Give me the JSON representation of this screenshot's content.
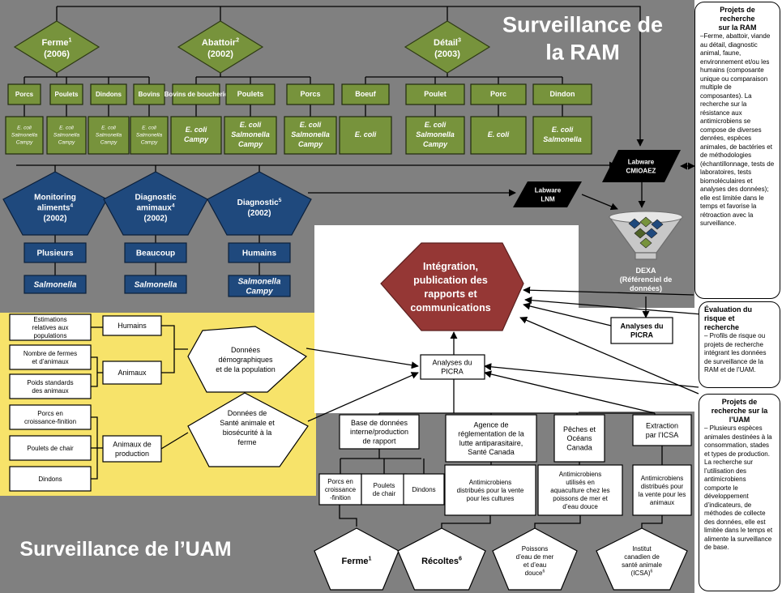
{
  "titles": {
    "ram": [
      "Surveillance de",
      "la RAM"
    ],
    "uam": "Surveillance de l’UAM"
  },
  "colors": {
    "gray": "#808080",
    "green": "#77933c",
    "darkgreen": "#4f6228",
    "blue": "#1f497d",
    "red": "#953735",
    "yellow": "#f7e36a"
  },
  "ram": {
    "sectors": [
      {
        "name": "Ferme",
        "sup": "1",
        "year": "(2006)",
        "species": [
          {
            "label": "Porcs",
            "org": [
              "E. coli",
              "Salmonella",
              "Campy"
            ]
          },
          {
            "label": "Poulets",
            "org": [
              "E. coli",
              "Salmonella",
              "Campy"
            ]
          },
          {
            "label": "Dindons",
            "org": [
              "E. coli",
              "Salmonella",
              "Campy"
            ]
          },
          {
            "label": "Bovins",
            "org": [
              "E. coli",
              "Salmonella",
              "Campy"
            ]
          }
        ]
      },
      {
        "name": "Abattoir",
        "sup": "2",
        "year": "(2002)",
        "species": [
          {
            "label": "Bovins de boucherie",
            "org": [
              "E. coli",
              "Campy"
            ]
          },
          {
            "label": "Poulets",
            "org": [
              "E. coli",
              "Salmonella",
              "Campy"
            ]
          },
          {
            "label": "Porcs",
            "org": [
              "E. coli",
              "Salmonella",
              "Campy"
            ]
          }
        ]
      },
      {
        "name": "Détail",
        "sup": "3",
        "year": "(2003)",
        "species": [
          {
            "label": "Boeuf",
            "org": [
              "E. coli"
            ]
          },
          {
            "label": "Poulet",
            "org": [
              "E. coli",
              "Salmonella",
              "Campy"
            ]
          },
          {
            "label": "Porc",
            "org": [
              "E. coli"
            ]
          },
          {
            "label": "Dindon",
            "org": [
              "E. coli",
              "Salmonella"
            ]
          }
        ]
      }
    ],
    "blue": [
      {
        "line1": "Monitoring",
        "line2": "aliments",
        "sup": "4",
        "year": "(2002)",
        "box": "Plusieurs",
        "org": [
          "Salmonella"
        ]
      },
      {
        "line1": "Diagnostic",
        "line2": "amimaux",
        "sup": "4",
        "year": "(2002)",
        "box": "Beaucoup",
        "org": [
          "Salmonella"
        ]
      },
      {
        "line1": "Diagnostic",
        "line2": "",
        "sup": "5",
        "year": "(2002)",
        "box": "Humains",
        "org": [
          "Salmonella",
          "Campy"
        ]
      }
    ],
    "labware1": [
      "Labware",
      "CMIOAEZ"
    ],
    "labware2": [
      "Labware",
      "LNM"
    ],
    "dexa": [
      "DEXA",
      "(Référenciel de",
      "données)"
    ],
    "analyses_ram": [
      "Analyses du",
      "PICRA"
    ],
    "integration": [
      "Intégration,",
      "publication des",
      "rapports et",
      "communications"
    ],
    "analyses_uam": [
      "Analyses du",
      "PICRA"
    ]
  },
  "side": {
    "ram": {
      "title": [
        "Projets de",
        "recherche",
        "sur la RAM"
      ],
      "body": "–Ferme, abattoir, viande au détail, diagnostic animal, faune, environnement et/ou les humains (composante unique ou comparaison multiple de composantes). La recherche sur la résistance aux antimicrobiens se compose de diverses denrées, espèces animales, de bactéries et de méthodologies (échantillonnage, tests de laboratoires, tests biomoléculaires et analyses des données); elle est limitée dans le temps et favorise la rétroaction avec la surveillance."
    },
    "risk": {
      "title": [
        "Évaluation du",
        "risque et",
        "recherche"
      ],
      "body": "– Profils de risque ou projets de recherche intégrant les données de surveillance de la RAM et de l’UAM."
    },
    "uam": {
      "title": [
        "Projets de",
        "recherche sur la",
        "l’UAM"
      ],
      "body": "– Plusieurs espèces animales destinées à la consommation, stades et types de production. La recherche sur l’utilisation des antimicrobiens comporte le développement d’indicateurs, de méthodes de collecte des données, elle est limitée dans le temps et alimente la surveillance de base."
    }
  },
  "uam": {
    "left": {
      "est": [
        "Estimations",
        "relatives aux",
        "populations"
      ],
      "nombre": [
        "Nombre de fermes",
        "et d’animaux"
      ],
      "poids": [
        "Poids standards",
        "des animaux"
      ],
      "porcs": [
        "Porcs en",
        "croissance-finition"
      ],
      "poulets": [
        "Poulets de chair"
      ],
      "dindons": [
        "Dindons"
      ],
      "humains": [
        "Humains"
      ],
      "animaux": [
        "Animaux"
      ],
      "prod": [
        "Animaux de",
        "production"
      ],
      "demo": [
        "Données",
        "démographiques",
        "et de la population"
      ],
      "sante": [
        "Données de",
        "Santé animale et",
        "biosécurité à la",
        "ferme"
      ]
    },
    "base": {
      "title": [
        "Base de données",
        "interne/production",
        "de rapport"
      ],
      "subs": [
        [
          "Porcs en",
          "croissance",
          "-finition"
        ],
        [
          "Poulets",
          "de chair"
        ],
        [
          "Dindons"
        ]
      ]
    },
    "agences": [
      {
        "title": [
          "Agence de",
          "réglementation de la",
          "lutte antiparasitaire,",
          "Santé Canada"
        ],
        "sub": [
          "Antimicrobiens",
          "distribués pour la vente",
          "pour les cultures"
        ]
      },
      {
        "title": [
          "Pêches et",
          "Océans",
          "Canada"
        ],
        "sub": [
          "Antimicrobiens",
          "utilisés en",
          "aquaculture chez les",
          "poissons de mer et",
          "d’eau douce"
        ]
      },
      {
        "title": [
          "Extraction",
          "par l’ICSA"
        ],
        "sub": [
          "Antimicrobiens",
          "distribués pour",
          "la vente pour les",
          "animaux"
        ]
      }
    ],
    "bottom": [
      {
        "lines": [
          "Ferme"
        ],
        "sup": "1"
      },
      {
        "lines": [
          "Récoltes"
        ],
        "sup": "6"
      },
      {
        "lines": [
          "Poissons",
          "d’eau de mer",
          "et d’eau",
          "douce"
        ],
        "sup": "6"
      },
      {
        "lines": [
          "Institut",
          "canadien de",
          "santé animale",
          "(ICSA)"
        ],
        "sup": "6"
      }
    ]
  }
}
